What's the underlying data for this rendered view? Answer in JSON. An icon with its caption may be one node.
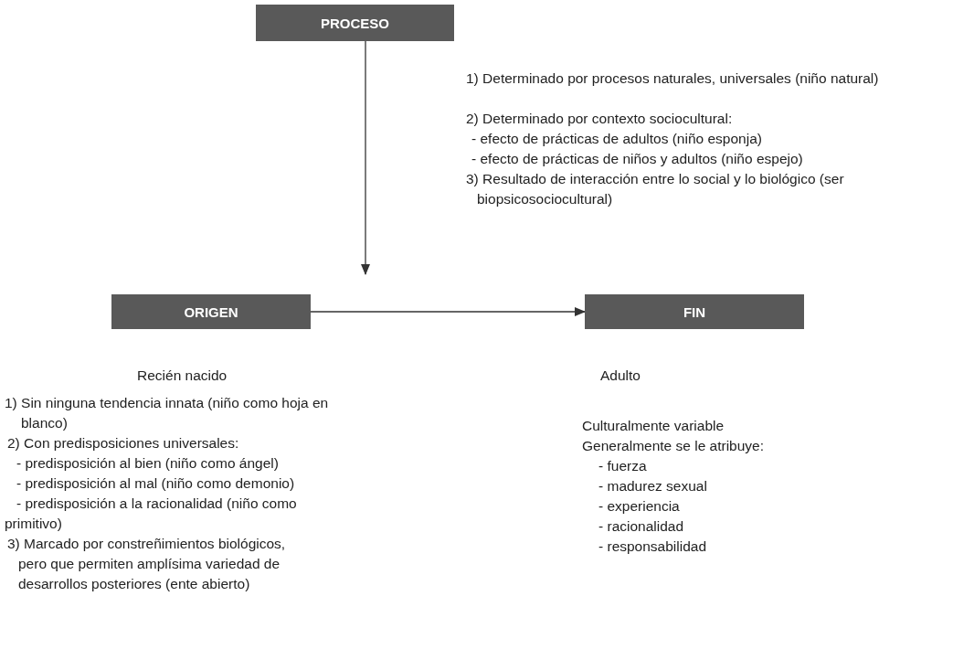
{
  "diagram": {
    "nodes": [
      {
        "text": [
          "PROCESO"
        ],
        "beside": [
          "1) Determinado por procesos naturales, universales (niño natural)",
          "2) Determinado por contexto sociocultural:",
          "- efecto de prácticas de adultos (niño esponja)",
          "- efecto de prácticas de niños y adultos (niño espejo)",
          "3) Resultado de interacción entre lo social y lo biológico (ser biopsicosociocultural)"
        ]
      },
      {
        "text": [
          "ORIGEN"
        ],
        "beside": [
          "Recién nacido",
          "1) Sin ninguna tendencia innata (niño como hoja en blanco)",
          "2) Con predisposiciones universales:",
          "- predisposición al bien (niño como ángel)",
          "- predisposición al mal (niño como demonio)",
          "- predisposición a la racionalidad (niño como primitivo)",
          "3) Marcado por constreñimientos biológicos, pero que permiten amplísima variedad de desarrollos posteriores (ente abierto)"
        ]
      },
      {
        "text": [
          "FIN"
        ],
        "beside": [
          "Adulto",
          "Culturalmente variable",
          "Generalmente se le atribuye:",
          "- fuerza",
          "- madurez sexual",
          "- experiencia",
          "- racionalidad",
          "- responsabilidad"
        ]
      }
    ],
    "edges": [
      {
        "from": 0,
        "to": null,
        "arrow": "to"
      },
      {
        "from": 1,
        "to": 2,
        "arrow": "to"
      }
    ]
  }
}
